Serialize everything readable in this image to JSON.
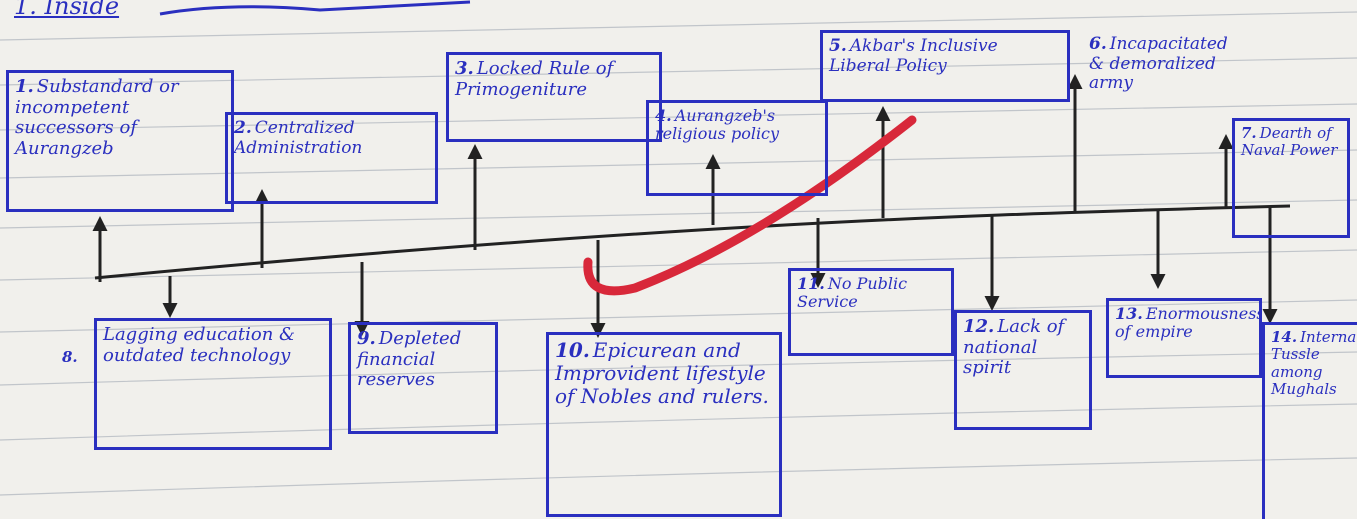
{
  "heading": "1. Inside",
  "colors": {
    "ink_blue": "#2a2fbf",
    "ink_black": "#222222",
    "tick_red": "#d8283a",
    "paper": "#f1f0ec"
  },
  "boxes_above": [
    {
      "num": "1.",
      "text": "Substandard or incompetent successors of Aurangzeb"
    },
    {
      "num": "2.",
      "text": "Centralized Administration"
    },
    {
      "num": "3.",
      "text": "Locked Rule of Primogeniture"
    },
    {
      "num": "4.",
      "text": "Aurangzeb's religious policy"
    },
    {
      "num": "5.",
      "text": "Akbar's Inclusive Liberal Policy"
    },
    {
      "num": "6.",
      "text": "Incapacitated & demoralized army"
    },
    {
      "num": "7.",
      "text": "Dearth of Naval Power"
    }
  ],
  "boxes_below": [
    {
      "num": "8.",
      "text": "Lagging education & outdated technology"
    },
    {
      "num": "9.",
      "text": "Depleted financial reserves"
    },
    {
      "num": "10.",
      "text": "Epicurean and Improvident lifestyle of Nobles and rulers."
    },
    {
      "num": "11.",
      "text": "No Public Service"
    },
    {
      "num": "12.",
      "text": "Lack of national spirit"
    },
    {
      "num": "13.",
      "text": "Enormousness of empire"
    },
    {
      "num": "14.",
      "text": "Internal Tussle among Mughals"
    }
  ]
}
